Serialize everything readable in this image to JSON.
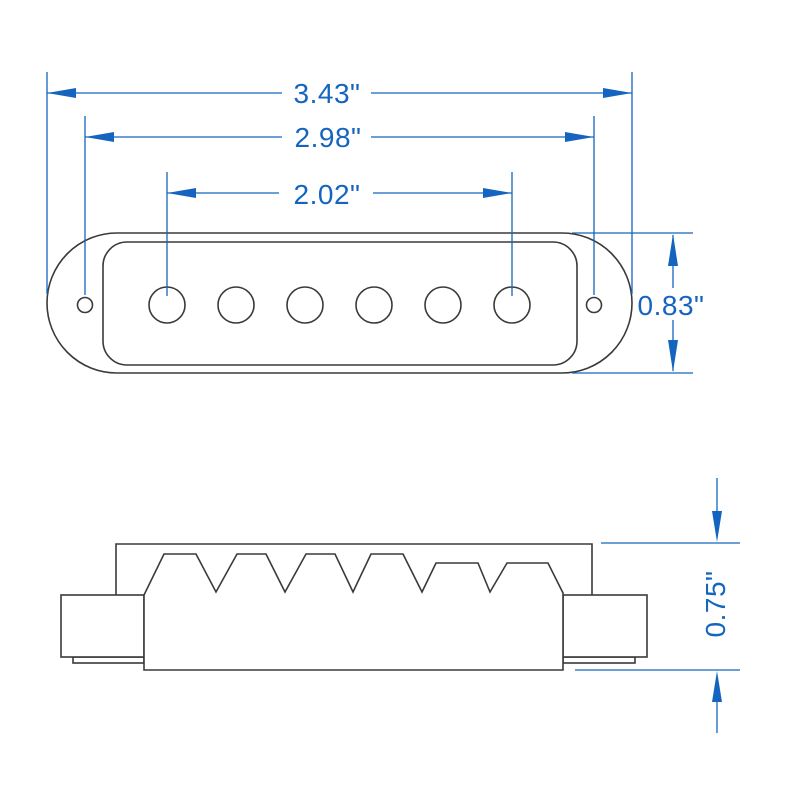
{
  "colors": {
    "dimension_blue": "#1565c0",
    "outline_dark": "#3a3a3a",
    "background": "#ffffff"
  },
  "top_view": {
    "pole_hole_count": 6,
    "mounting_hole_count": 2,
    "dims": {
      "overall_width": "3.43\"",
      "mounting_hole_span": "2.98\"",
      "pole_piece_span": "2.02\"",
      "cover_depth": "0.83\""
    }
  },
  "side_view": {
    "dims": {
      "overall_height": "0.75\""
    }
  }
}
